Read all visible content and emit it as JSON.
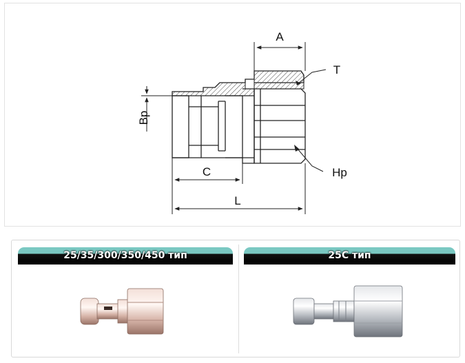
{
  "drawing": {
    "labels": {
      "A": "A",
      "T": "T",
      "Bp": "Bp",
      "Hp": "Hp",
      "C": "C",
      "L": "L"
    }
  },
  "types": [
    {
      "label": "25/35/300/350/450 тип",
      "finish": "copper-tint"
    },
    {
      "label": "25C тип",
      "finish": "chrome"
    }
  ],
  "colors": {
    "tab_accent": "#7ac8c2",
    "tab_body": "#000000",
    "line": "#222222"
  }
}
